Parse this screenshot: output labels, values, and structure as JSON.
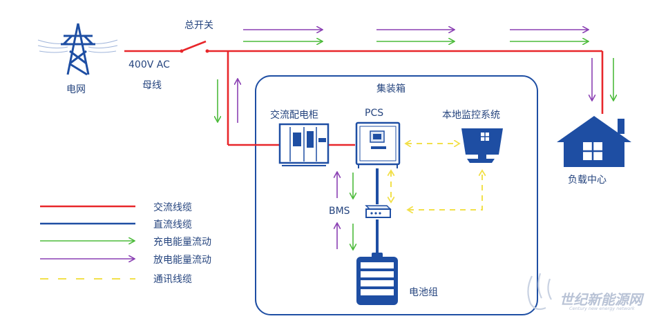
{
  "labels": {
    "grid": "电网",
    "main_switch": "总开关",
    "bus_voltage": "400V AC",
    "bus": "母线",
    "container": "集装箱",
    "ac_cabinet": "交流配电柜",
    "pcs": "PCS",
    "monitor": "本地监控系统",
    "bms": "BMS",
    "battery": "电池组",
    "load": "负载中心"
  },
  "legend": [
    {
      "label": "交流线缆",
      "style": "solid",
      "color": "#e8262a",
      "arrow": false
    },
    {
      "label": "直流线缆",
      "style": "solid",
      "color": "#1e4ea3",
      "arrow": false
    },
    {
      "label": "充电能量流动",
      "style": "solid",
      "color": "#4cbb3a",
      "arrow": true
    },
    {
      "label": "放电能量流动",
      "style": "solid",
      "color": "#8a3fb3",
      "arrow": true
    },
    {
      "label": "通讯线缆",
      "style": "dashed",
      "color": "#f2e04a",
      "arrow": false
    }
  ],
  "watermark": {
    "name": "世纪新能源网",
    "sub": "Century new energy network"
  },
  "colors": {
    "ac": "#e8262a",
    "dc": "#1e4ea3",
    "charge": "#4cbb3a",
    "discharge": "#8a3fb3",
    "comm": "#f2e04a",
    "icon": "#1e4ea3"
  }
}
